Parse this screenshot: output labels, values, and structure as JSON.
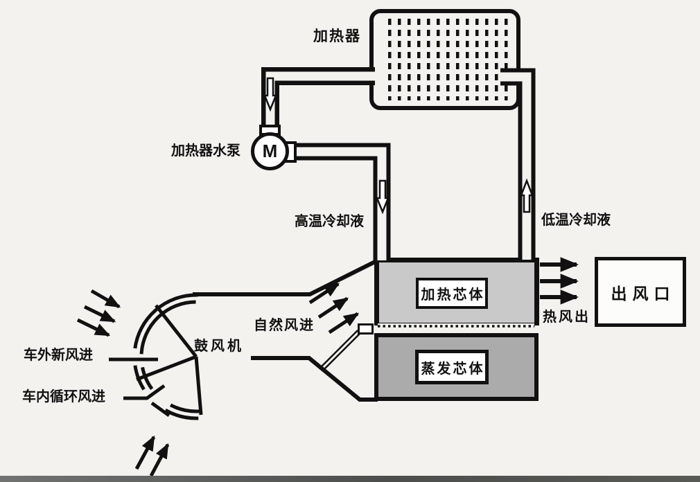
{
  "diagram": {
    "description": "Automotive heater coolant loop and blower airflow schematic",
    "components": [
      "heater",
      "heater-water-pump",
      "blower",
      "heating-core",
      "evaporator-core",
      "air-outlet"
    ]
  },
  "labels": {
    "heater": "加热器",
    "heater_pump": "加热器水泵",
    "pump_motor": "M",
    "high_temp_coolant": "高温冷却液",
    "low_temp_coolant": "低温冷却液",
    "natural_air_in": "自然风进",
    "blower": "鼓风机",
    "outside_fresh_air_in": "车外新风进",
    "inside_recirculated_air_in": "车内循环风进",
    "heating_core": "加热芯体",
    "evaporator_core": "蒸发芯体",
    "air_outlet": "出风口",
    "hot_air_out": "热风出"
  },
  "colors": {
    "background": "#f3f2ef",
    "line": "#111111",
    "heating_section_fill": "#c9c9c9",
    "evaporator_section_fill": "#ababab",
    "component_fill": "#ffffff"
  }
}
